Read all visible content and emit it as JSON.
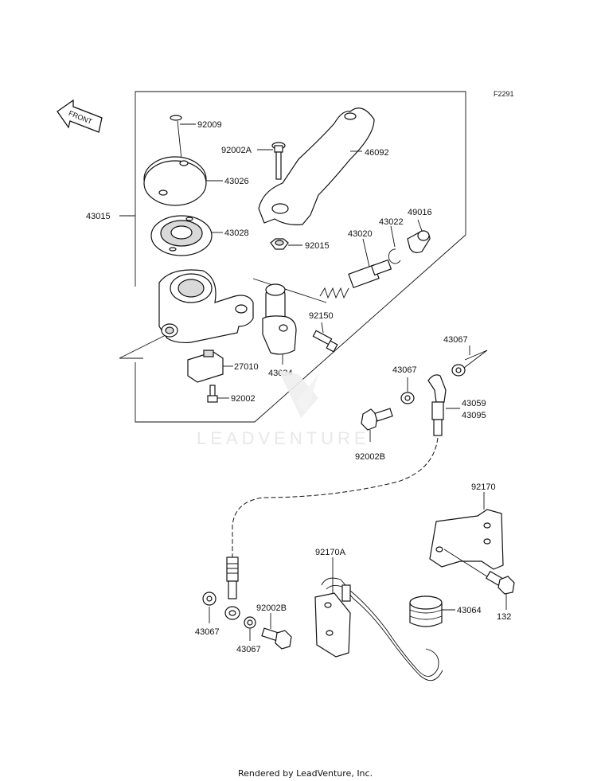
{
  "figure_code": "F2291",
  "front_label": "FRONT",
  "watermark": "LEADVENTURE",
  "footer": "Rendered by LeadVenture, Inc.",
  "labels": {
    "p92009": "92009",
    "p92002A": "92002A",
    "p46092": "46092",
    "p43026": "43026",
    "p43015": "43015",
    "p43028": "43028",
    "p92015": "92015",
    "p43020": "43020",
    "p43022": "43022",
    "p49016": "49016",
    "p92150": "92150",
    "p27010": "27010",
    "p43034": "43034",
    "p92002": "92002",
    "p43067_a": "43067",
    "p43067_b": "43067",
    "p43059": "43059",
    "p43095": "43095",
    "p92002B_a": "92002B",
    "p92170": "92170",
    "p92170A": "92170A",
    "p43064": "43064",
    "p132": "132",
    "p43067_c": "43067",
    "p92002B_b": "92002B",
    "p43067_d": "43067"
  }
}
